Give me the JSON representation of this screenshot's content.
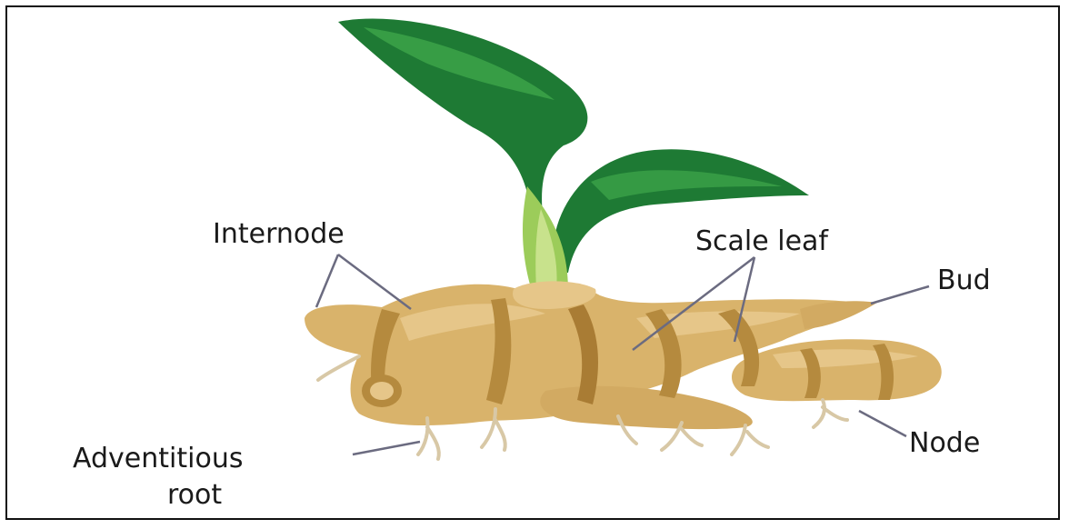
{
  "labels": {
    "internode": "Internode",
    "scale_leaf": "Scale leaf",
    "bud": "Bud",
    "adventitious_root_line1": "Adventitious",
    "adventitious_root_line2": "root",
    "node": "Node"
  },
  "colors": {
    "leaf_dark": "#1e7a34",
    "leaf_light": "#3da64a",
    "shoot_pale": "#9ccc5a",
    "rhizome_base": "#d9b36b",
    "rhizome_light": "#e6c689",
    "rhizome_band": "#b58a3e",
    "root": "#d8c8a6",
    "pointer_line": "#6b6b80"
  }
}
